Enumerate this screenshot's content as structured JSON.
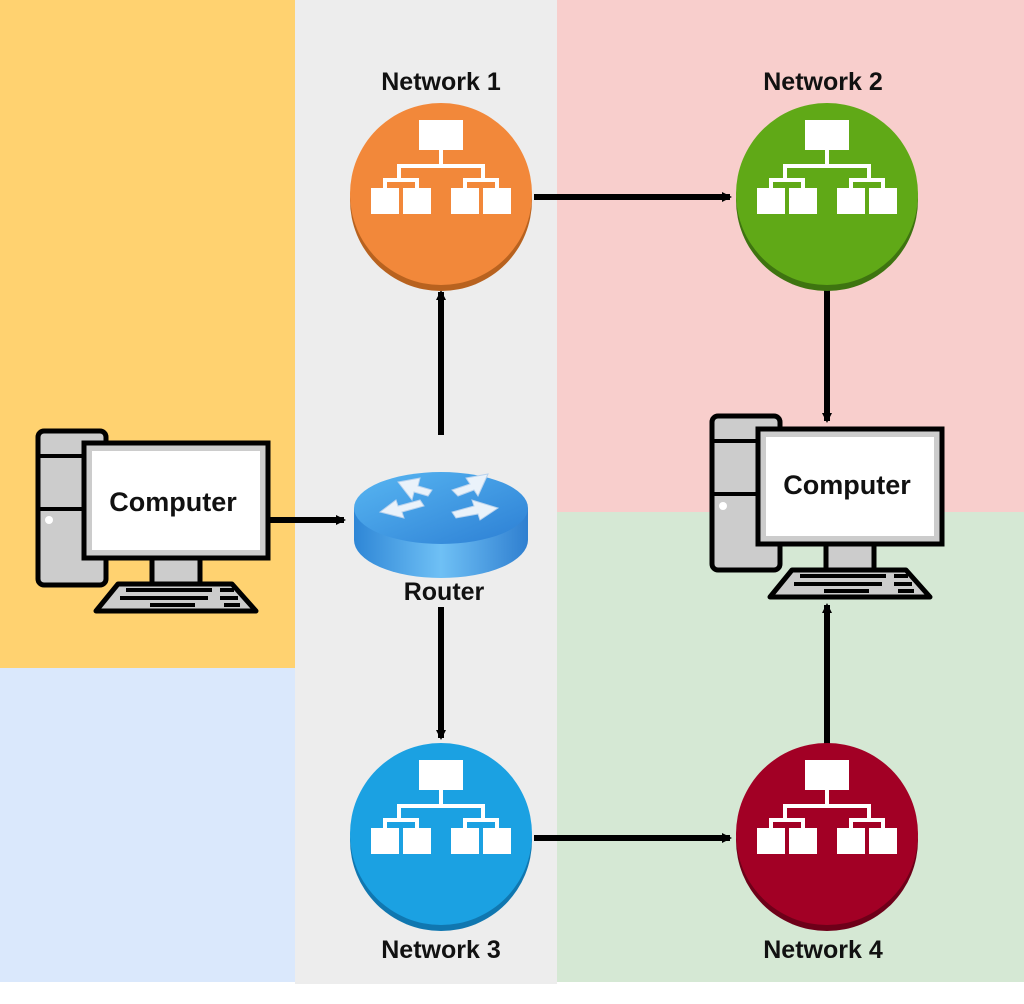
{
  "zones": [
    {
      "name": "left-top",
      "color": "#FFD270"
    },
    {
      "name": "left-bottom",
      "color": "#DAE8FC"
    },
    {
      "name": "middle",
      "color": "#EDEDED"
    },
    {
      "name": "right-top",
      "color": "#F8CECC"
    },
    {
      "name": "right-bottom",
      "color": "#D5E8D4"
    }
  ],
  "nodes": {
    "network1": {
      "label": "Network 1",
      "color": "#F2883A",
      "icon": "network-hierarchy-icon"
    },
    "network2": {
      "label": "Network 2",
      "color": "#60A917",
      "icon": "network-hierarchy-icon"
    },
    "network3": {
      "label": "Network 3",
      "color": "#1BA1E2",
      "icon": "network-hierarchy-icon"
    },
    "network4": {
      "label": "Network 4",
      "color": "#A20025",
      "icon": "network-hierarchy-icon"
    },
    "router": {
      "label": "Router",
      "icon": "router-icon"
    },
    "computer_left": {
      "label": "Computer",
      "icon": "computer-icon"
    },
    "computer_right": {
      "label": "Computer",
      "icon": "computer-icon"
    }
  },
  "edges": [
    {
      "from": "Computer",
      "to": "Router"
    },
    {
      "from": "Router",
      "to": "Network 1"
    },
    {
      "from": "Router",
      "to": "Network 3"
    },
    {
      "from": "Network 1",
      "to": "Network 2"
    },
    {
      "from": "Network 3",
      "to": "Network 4"
    },
    {
      "from": "Network 2",
      "to": "Computer"
    },
    {
      "from": "Network 4",
      "to": "Computer"
    }
  ]
}
